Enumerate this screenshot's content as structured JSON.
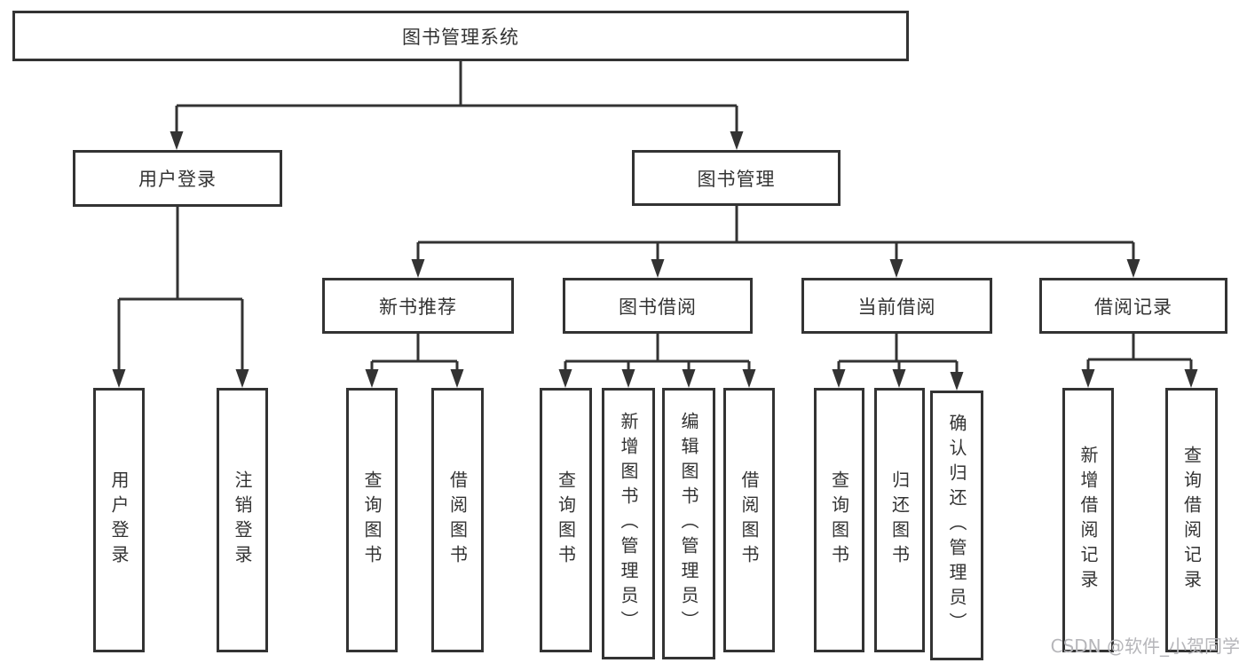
{
  "diagram": {
    "root": "图书管理系统",
    "user_login_branch": {
      "label": "用户登录",
      "children": [
        "用户登录",
        "注销登录"
      ]
    },
    "book_mgmt_branch": {
      "label": "图书管理",
      "sections": [
        {
          "label": "新书推荐",
          "children": [
            "查询图书",
            "借阅图书"
          ]
        },
        {
          "label": "图书借阅",
          "children": [
            "查询图书",
            "新增图书（管理员）",
            "编辑图书（管理员）",
            "借阅图书"
          ]
        },
        {
          "label": "当前借阅",
          "children": [
            "查询图书",
            "归还图书",
            "确认归还（管理员）"
          ]
        },
        {
          "label": "借阅记录",
          "children": [
            "新增借阅记录",
            "查询借阅记录"
          ]
        }
      ]
    }
  },
  "watermark": "CSDN @软件_小贺同学",
  "colors": {
    "line": "#333333",
    "text": "#333333",
    "box_background": "#ffffff",
    "watermark": "#b6b6ba",
    "background": "#ffffff"
  }
}
